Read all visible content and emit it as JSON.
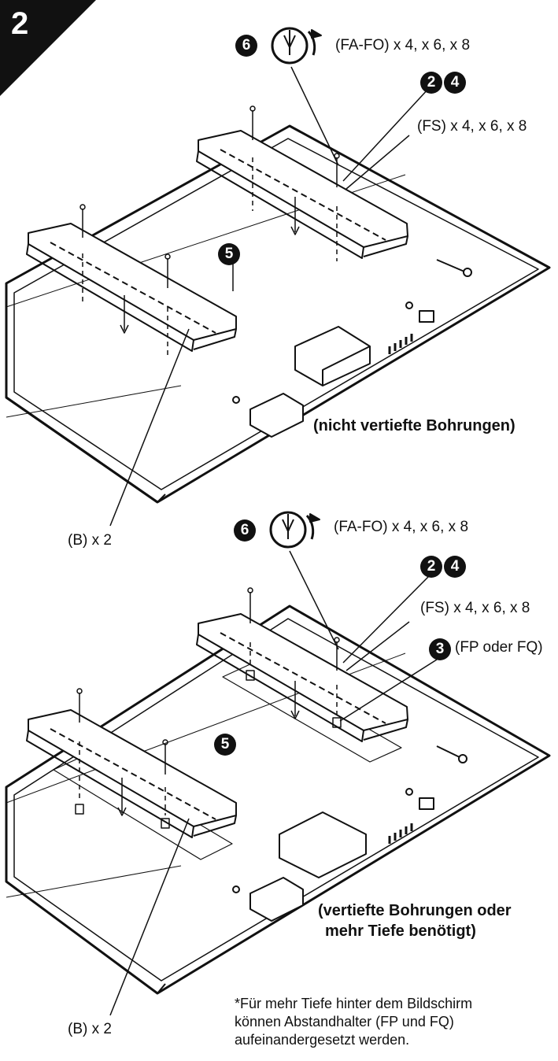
{
  "step_number": "2",
  "top_panel": {
    "badge_rotate": "6",
    "rotate_label": "(FA-FO) x 4, x 6, x 8",
    "badge_a": "2",
    "badge_b": "4",
    "screws_label": "(FS) x 4, x 6, x 8",
    "badge_center": "5",
    "bolts_label": "(B) x 2",
    "caption": "(nicht vertiefte Bohrungen)"
  },
  "bottom_panel": {
    "badge_rotate": "6",
    "rotate_label": "(FA-FO) x 4, x 6, x 8",
    "badge_a": "2",
    "badge_b": "4",
    "screws_label": "(FS) x 4, x 6, x 8",
    "badge_spacer": "3",
    "spacer_label": "(FP oder FQ)",
    "badge_center": "5",
    "bolts_label": "(B) x 2",
    "caption_line1": "(vertiefte Bohrungen oder",
    "caption_line2": "mehr Tiefe benötigt)"
  },
  "footnote": {
    "line1": "*Für mehr Tiefe hinter dem Bildschirm",
    "line2": "können Abstandhalter (FP und FQ)",
    "line3": "aufeinandergesetzt werden."
  }
}
